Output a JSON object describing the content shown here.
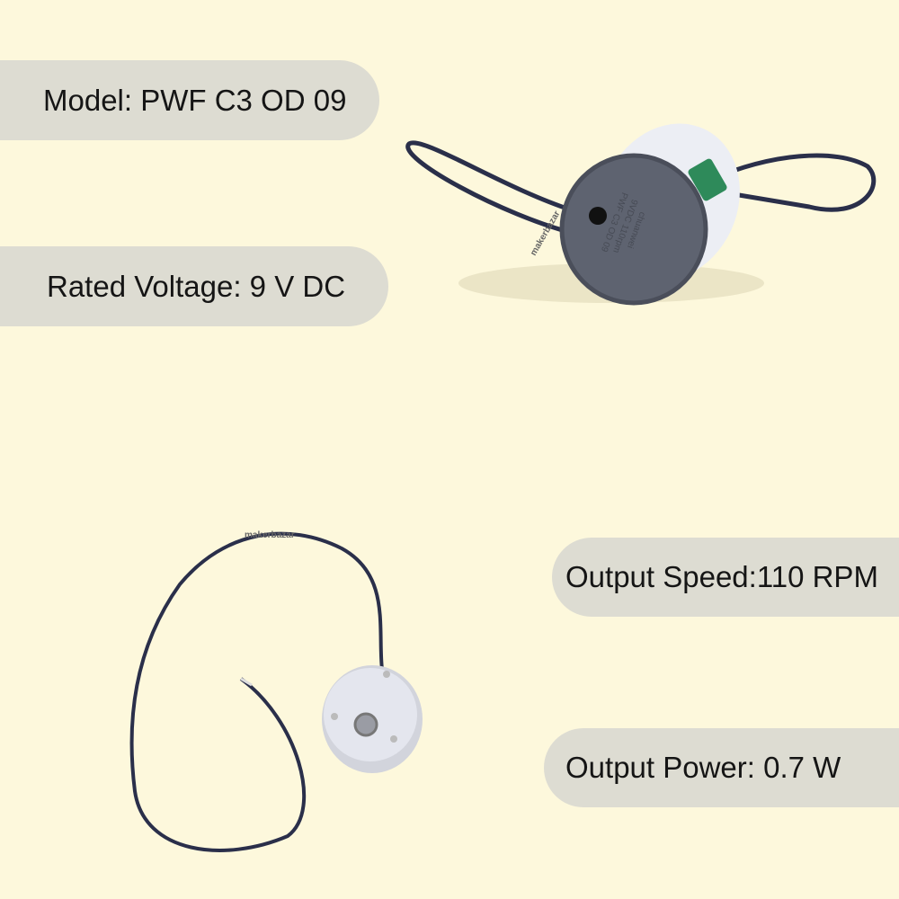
{
  "specs": {
    "model": "Model: PWF C3 OD 09",
    "voltage": "Rated Voltage: 9 V DC",
    "speed": "Output Speed:110 RPM",
    "power": "Output Power: 0.7 W"
  },
  "motor_label": {
    "line1": "chuanwei",
    "line2": "9VDC 110rpm",
    "line3": "PWF C3 OD 09"
  },
  "watermark": "makerbazar",
  "colors": {
    "background": "#fdf8dc",
    "pill": "#dddcd2"
  }
}
